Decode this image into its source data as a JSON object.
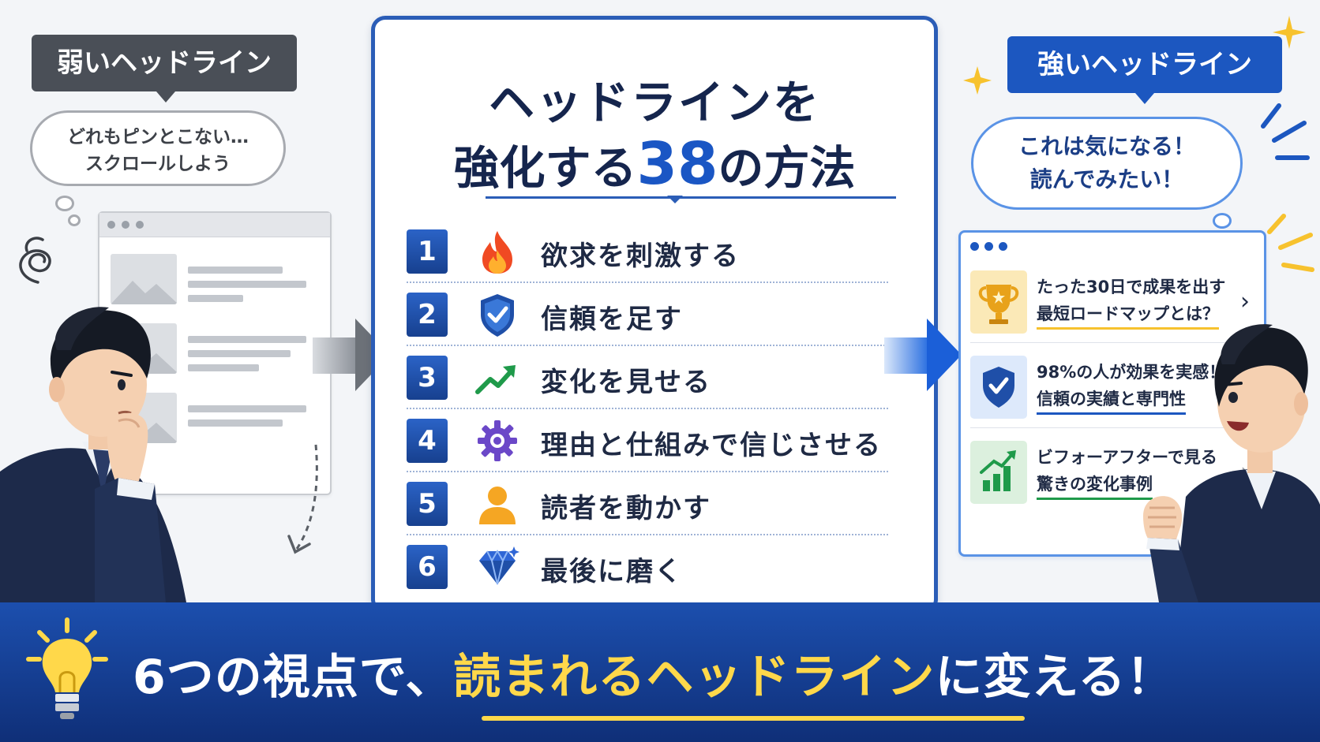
{
  "weak": {
    "label": "弱いヘッドライン",
    "thought_line1": "どれもピンとこない…",
    "thought_line2": "スクロールしよう"
  },
  "title": {
    "line1": "ヘッドラインを",
    "line2_prefix": "強化する",
    "line2_number": "38",
    "line2_suffix": "の方法"
  },
  "items": [
    {
      "num": "1",
      "icon": "fire-icon",
      "text": "欲求を刺激する"
    },
    {
      "num": "2",
      "icon": "shield-check-icon",
      "text": "信頼を足す"
    },
    {
      "num": "3",
      "icon": "trend-up-icon",
      "text": "変化を見せる"
    },
    {
      "num": "4",
      "icon": "gear-icon",
      "text": "理由と仕組みで信じさせる"
    },
    {
      "num": "5",
      "icon": "person-icon",
      "text": "読者を動かす"
    },
    {
      "num": "6",
      "icon": "diamond-icon",
      "text": "最後に磨く"
    }
  ],
  "strong": {
    "label": "強いヘッドライン",
    "thought_line1": "これは気になる！",
    "thought_line2": "読んでみたい！",
    "cards": [
      {
        "icon": "trophy-icon",
        "line1": "たった30日で成果を出す",
        "line2": "最短ロードマップとは？"
      },
      {
        "icon": "shield-check-icon",
        "line1": "98%の人が効果を実感！",
        "line2": "信頼の実績と専門性"
      },
      {
        "icon": "bar-chart-icon",
        "line1": "ビフォーアフターで見る",
        "line2": "驚きの変化事例"
      }
    ]
  },
  "banner": {
    "prefix": "6つの視点で、",
    "highlight": "読まれるヘッドライン",
    "suffix": "に変える！"
  },
  "colors": {
    "primary": "#1c57c0",
    "navy": "#15254d",
    "highlight": "#ffd84a",
    "weak_gray": "#4a4f57"
  }
}
